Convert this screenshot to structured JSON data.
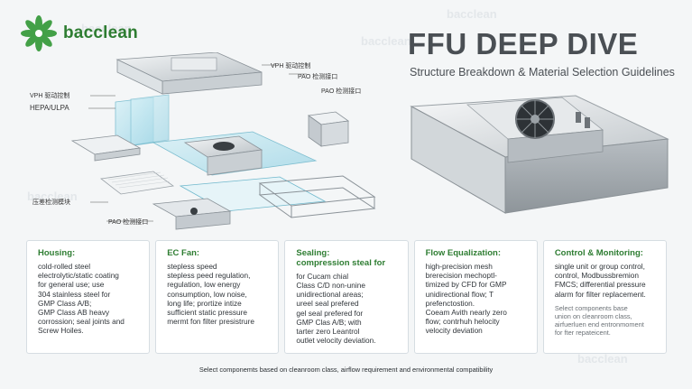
{
  "brand": {
    "name": "bacclean",
    "color": "#2e7d32"
  },
  "watermarks": [
    "bacclean",
    "bacclean",
    "bacclean",
    "bacclean",
    "bacclean"
  ],
  "header": {
    "title": "FFU DEEP DIVE",
    "subtitle": "Structure Breakdown & Material Selection Guidelines"
  },
  "labels": {
    "vph_right": "VPH 驱动控制",
    "pao1": "PAO 检测接口",
    "pao2": "PAO 检测接口",
    "vph_left": "VPH 驱动控制",
    "hepa": "HEPA/ULPA",
    "pressure": "压差检测模块",
    "pao_bottom": "PAO 检测接口"
  },
  "cards": [
    {
      "title": "Housing:",
      "body": "cold-rolled steel\nelectrolytic/static coating\nfor general use; use\n304 stainless steel for\nGMP Class A/B;\nGMP Class AB heavy\ncorrossion; seal joints and\nScrew Hoiles.",
      "note": ""
    },
    {
      "title": "EC Fan:",
      "body": "stepless speed\nstepless peed regulation,\nregulation, low energy\nconsumption, low noise,\nlong life; prortize intize\nsufficient static pressure\nmermt fon filter presistrure",
      "note": ""
    },
    {
      "title": "Sealing:\ncompression steal for",
      "body": "for Cucam chial\nClass C/D non-unine\nunidirectional areas;\nureel seal prefered\ngel seal prefered for\nGMP Clas  A/B; with\ntarter zero Leantrol\noutlet velocity deviation.",
      "note": ""
    },
    {
      "title": "Flow Equalization:",
      "body": "high-precision mesh\nbrerecision mechoptl-\ntimized by CFD for GMP\nunidirectional flow; T\nprefenctostion.\nCoeam Avith nearly zero\nflow; contrhuh helocity\nvelocity deviation",
      "note": ""
    },
    {
      "title": "Control & Monitoring:",
      "body": "single unit or group control,\ncontrol, Modbussbremion\nFMCS; differential pressure\nalarm for filter replacement.",
      "note": "Select components base\nunion on cleanroom class,\nairfuerluen end entronmoment\nfor fter repateicent."
    }
  ],
  "footer": "Select componemts based on cleanroom class, airflow requirement and environmental compatibility"
}
